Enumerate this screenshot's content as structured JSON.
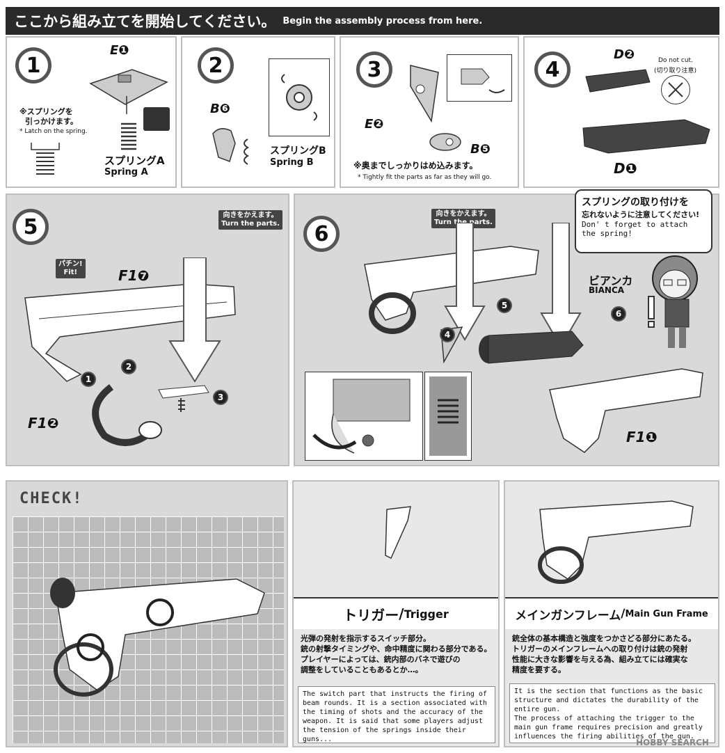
{
  "header": {
    "jp": "ここから組み立てを開始してください。",
    "en": "Begin the assembly process from here."
  },
  "step1": {
    "num": "1",
    "part": "E❶",
    "note_jp_1": "※スプリングを",
    "note_jp_2": "引っかけます。",
    "note_en": "* Latch on the spring.",
    "spring_jp": "スプリングA",
    "spring_en": "Spring A"
  },
  "step2": {
    "num": "2",
    "part": "B❻",
    "spring_jp": "スプリングB",
    "spring_en": "Spring B"
  },
  "step3": {
    "num": "3",
    "part1": "E❷",
    "part2": "B❺",
    "note_jp": "※奥までしっかりはめ込みます。",
    "note_en": "* Tightly fit the parts as far as they will go."
  },
  "step4": {
    "num": "4",
    "part1": "D❷",
    "part2": "D❶",
    "do_not_cut_en": "Do not cut.",
    "do_not_cut_jp": "(切り取り注意)"
  },
  "step5": {
    "num": "5",
    "turn_jp": "向きをかえます。",
    "turn_en": "Turn the parts.",
    "fit_jp": "パチン!",
    "fit_en": "Fit!",
    "part_f17": "F1❼",
    "part_f12": "F1❷",
    "callouts": [
      "1",
      "2",
      "3"
    ]
  },
  "step6": {
    "num": "6",
    "turn_jp": "向きをかえます。",
    "turn_en": "Turn the parts.",
    "part_f11": "F1❶",
    "callouts": [
      "4",
      "5",
      "6"
    ]
  },
  "bianca": {
    "bubble_jp_1": "スプリングの取り付けを",
    "bubble_jp_2": "忘れないように注意してください!",
    "bubble_en_1": "Don' t forget to attach",
    "bubble_en_2": "the spring!",
    "name_jp": "ビアンカ",
    "name_en": "BIANCA"
  },
  "check": {
    "title": "CHECK!"
  },
  "trigger": {
    "title_jp": "トリガー",
    "title_sep": "/",
    "title_en": "Trigger",
    "jp_1": "光弾の発射を指示するスイッチ部分。",
    "jp_2": "銃の射撃タイミングや、命中精度に関わる部分である。",
    "jp_3": "プレイヤーによっては、銃内部のバネで遊びの",
    "jp_4": "調整をしていることもあるとか…。",
    "en_1": "The switch part that instructs the firing of",
    "en_2": "beam rounds. It is a section associated with",
    "en_3": "the timing of shots and the accuracy of the",
    "en_4": "weapon. It is said that some players adjust",
    "en_5": "the tension of the springs inside their guns..."
  },
  "frame": {
    "title_jp": "メインガンフレーム",
    "title_sep": "/",
    "title_en": "Main Gun Frame",
    "jp_1": "銃全体の基本構造と強度をつかさどる部分にあたる。",
    "jp_2": "トリガーのメインフレームへの取り付けは銃の発射",
    "jp_3": "性能に大きな影響を与える為、組み立てには確実な",
    "jp_4": "精度を要する。",
    "en_1": "It is the section that functions as the basic",
    "en_2": "structure and dictates the durability of the",
    "en_3": "entire gun.",
    "en_4": "The process of attaching the trigger to the",
    "en_5": "main gun frame requires precision and greatly",
    "en_6": "influences the firing abilities of the gun."
  },
  "watermark": "HOBBY SEARCH"
}
